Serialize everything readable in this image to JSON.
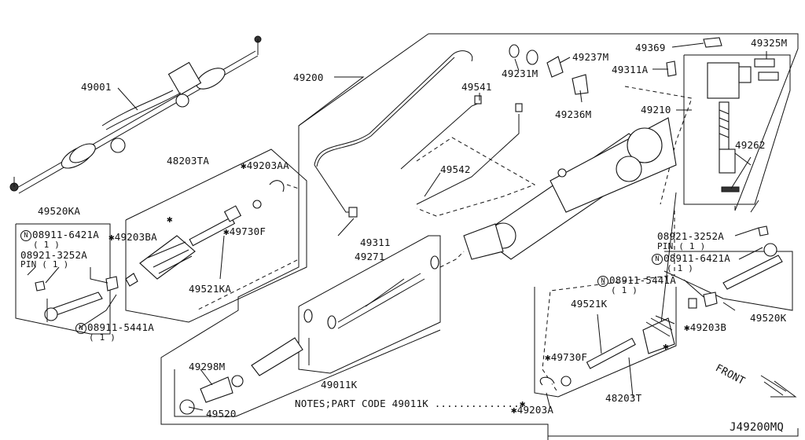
{
  "diagram_id": "J49200MQ",
  "note_text": "NOTES;PART CODE 49011K ..............",
  "note_star": "✱",
  "front_label": "FRONT",
  "labels": {
    "p49001": "49001",
    "p49200": "49200",
    "p48203TA": "48203TA",
    "p49203AA": "49203AA",
    "p49520KA": "49520KA",
    "p08911_6421A_l": "08911-6421A",
    "p08911_6421A_l_qty": "( 1 )",
    "p08921_3252A_l": "08921-3252A",
    "pin_l": "PIN ( 1 )",
    "p49203BA": "49203BA",
    "p49730F_l": "49730F",
    "p49521KA": "49521KA",
    "p08911_5441A_l": "08911-5441A",
    "p08911_5441A_l_qty": "( 1 )",
    "p49311": "49311",
    "p49271": "49271",
    "p49298M": "49298M",
    "p49011K": "49011K",
    "p49520": "49520",
    "p49541": "49541",
    "p49542": "49542",
    "p49231M": "49231M",
    "p49237M": "49237M",
    "p49236M": "49236M",
    "p49369": "49369",
    "p49325M": "49325M",
    "p49311A": "49311A",
    "p49210": "49210",
    "p49262": "49262",
    "p08921_3252A_r": "08921-3252A",
    "pin_r": "PIN ( 1 )",
    "p08911_6421A_r": "08911-6421A",
    "p08911_6421A_r_qty": "( 1 )",
    "p08911_5441A_r": "08911-5441A",
    "p08911_5441A_r_qty": "( 1 )",
    "p49521K": "49521K",
    "p49730F_r": "49730F",
    "p49203B": "49203B",
    "p49520K": "49520K",
    "p49203A": "49203A",
    "p48203T": "48203T",
    "n_mark": "N",
    "star": "✱"
  }
}
